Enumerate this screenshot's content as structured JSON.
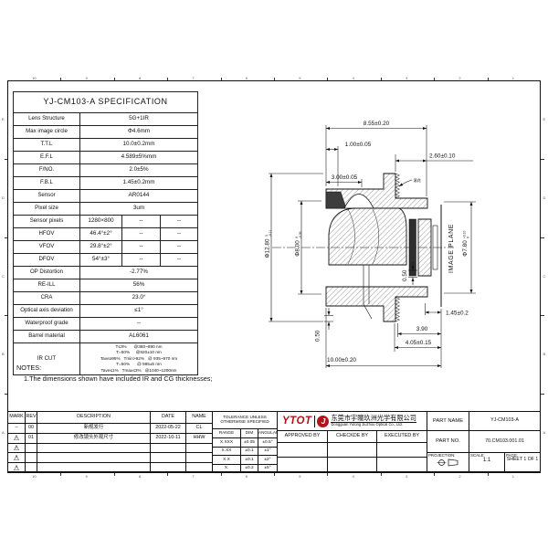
{
  "colors": {
    "ink": "#111111",
    "logo_red": "#b5121b"
  },
  "spec_table": {
    "title": "YJ-CM103-A SPECIFICATION",
    "rows": [
      {
        "label": "Lens Structure",
        "values": [
          "5G+1IR"
        ]
      },
      {
        "label": "Max image circle",
        "values": [
          "Φ4.6mm"
        ]
      },
      {
        "label": "T.T.L",
        "values": [
          "10.0±0.2mm"
        ]
      },
      {
        "label": "E.F.L",
        "values": [
          "4.589±5%mm"
        ]
      },
      {
        "label": "F/NO.",
        "values": [
          "2.0±5%"
        ]
      },
      {
        "label": "F.B.L",
        "values": [
          "1.45±0.2mm"
        ]
      },
      {
        "label": "Sensor",
        "values": [
          "AR0144"
        ]
      },
      {
        "label": "Pixel size",
        "values": [
          "3um"
        ]
      },
      {
        "label": "Sensor pixels",
        "values": [
          "1280×800",
          "--",
          "--"
        ]
      },
      {
        "label": "HFOV",
        "values": [
          "46.4°±2°",
          "--",
          "--"
        ]
      },
      {
        "label": "VFOV",
        "values": [
          "29.8°±2°",
          "--",
          "--"
        ]
      },
      {
        "label": "DFOV",
        "values": [
          "54°±3°",
          "--",
          "--"
        ]
      },
      {
        "label": "OP Distortion",
        "values": [
          "-2.77%"
        ]
      },
      {
        "label": "RE-ILL",
        "values": [
          "56%"
        ]
      },
      {
        "label": "CRA",
        "values": [
          "23.0°"
        ]
      },
      {
        "label": "Optical axis deviation",
        "values": [
          "≤1°"
        ]
      },
      {
        "label": "Waterproof grade",
        "values": [
          "--"
        ]
      },
      {
        "label": "Barrel material",
        "values": [
          "AL6061"
        ]
      },
      {
        "label": "IR CUT",
        "ir_lines": [
          "T≤3%      @380~890 nm",
          "T=50%     @920±10 nm",
          "Tave≥95%   Tmin>92%   @ 935~970 nm",
          "T=50%      @ 985±5 nm",
          "Tave≤1%   Tmax≤3%   @1040~1200nm"
        ]
      }
    ]
  },
  "notes": {
    "heading": "NOTES:",
    "line1": "1.The dimensions shown have included IR and CG thicknesses;"
  },
  "drawing": {
    "dim_855": "8.55±0.20",
    "dim_100": "1.00±0.05",
    "dim_260": "2.60±0.10",
    "dim_300": "3.00±0.05",
    "dia_1280": "Φ12.80",
    "dia_1280_tol_hi": "0",
    "dia_1280_tol_lo": "-0.11",
    "dia_800": "Φ8.00",
    "dia_800_tol_hi": "0",
    "dia_800_tol_lo": "-0.05",
    "dia_780": "Φ7.80",
    "dia_780_tol_hi": "+0.10",
    "dia_780_tol_lo": "0",
    "image_plane": "IMAGE PLANE",
    "dim_050_a": "0.50",
    "dim_050_b": "0.50",
    "dim_145": "1.45±0.2",
    "dim_390": "3.90",
    "dim_405": "4.05±0.15",
    "dim_1000": "10.00±0.20",
    "knurl_note": "滚花"
  },
  "revision_table": {
    "headers": [
      "MARK",
      "REV",
      "DESCRIPTION",
      "DATE",
      "NAME"
    ],
    "rows": [
      {
        "mark": "--",
        "rev": "00",
        "description": "新规发行",
        "date": "2022-05-22",
        "name": "CL"
      },
      {
        "mark": "△1",
        "rev": "01",
        "description": "修改镜头外观尺寸",
        "date": "2022-10-11",
        "name": "HHW"
      },
      {
        "mark": "△2",
        "rev": "",
        "description": "",
        "date": "",
        "name": ""
      },
      {
        "mark": "△3",
        "rev": "",
        "description": "",
        "date": "",
        "name": ""
      },
      {
        "mark": "△4",
        "rev": "",
        "description": "",
        "date": "",
        "name": ""
      }
    ]
  },
  "tolerance_table": {
    "title_line1": "TOLERANCE UNLESS",
    "title_line2": "OTHERWISE SPECIFIED",
    "headers": [
      "RANGE",
      "DIM",
      "ANGULAR"
    ],
    "rows": [
      [
        "X.XXX",
        "±0.05",
        "±0.5°"
      ],
      [
        "X.XX",
        "±0.1",
        "±1°"
      ],
      [
        "X.X",
        "±0.1",
        "±2°"
      ],
      [
        "X.",
        "±0.2",
        "±5°"
      ]
    ]
  },
  "title_block": {
    "logo_text": "YTOT",
    "logo_mark": "J",
    "company_cn": "东莞市宇瞳玖洲光学有限公司",
    "company_en": "Dongguan Yutong Jiuzhou Optical Co., Ltd.",
    "approved_label": "APPROVED BY",
    "checked_label": "CHECKDE BY",
    "executed_label": "EXECUTED BY",
    "part_name_label": "PART NAME",
    "part_name": "YJ-CM103-A",
    "part_no_label": "PART NO.",
    "part_no": "70.CM103.001.01",
    "projection_label": "PROJECTION:",
    "scale_label": "SCALE:",
    "scale_value": "1:1",
    "page_label": "PAGE:",
    "page_value": "SHEET 1 OF 1"
  },
  "frame": {
    "top_zones": [
      "10",
      "9",
      "8",
      "7",
      "6",
      "5",
      "4",
      "3",
      "2",
      "1"
    ],
    "bottom_zones": [
      "10",
      "9",
      "8",
      "7",
      "6",
      "5",
      "4",
      "3",
      "2",
      "1"
    ],
    "left_zones": [
      "E",
      "D",
      "C",
      "B",
      "A"
    ],
    "right_zones": [
      "E",
      "D",
      "C",
      "B",
      "A"
    ]
  }
}
